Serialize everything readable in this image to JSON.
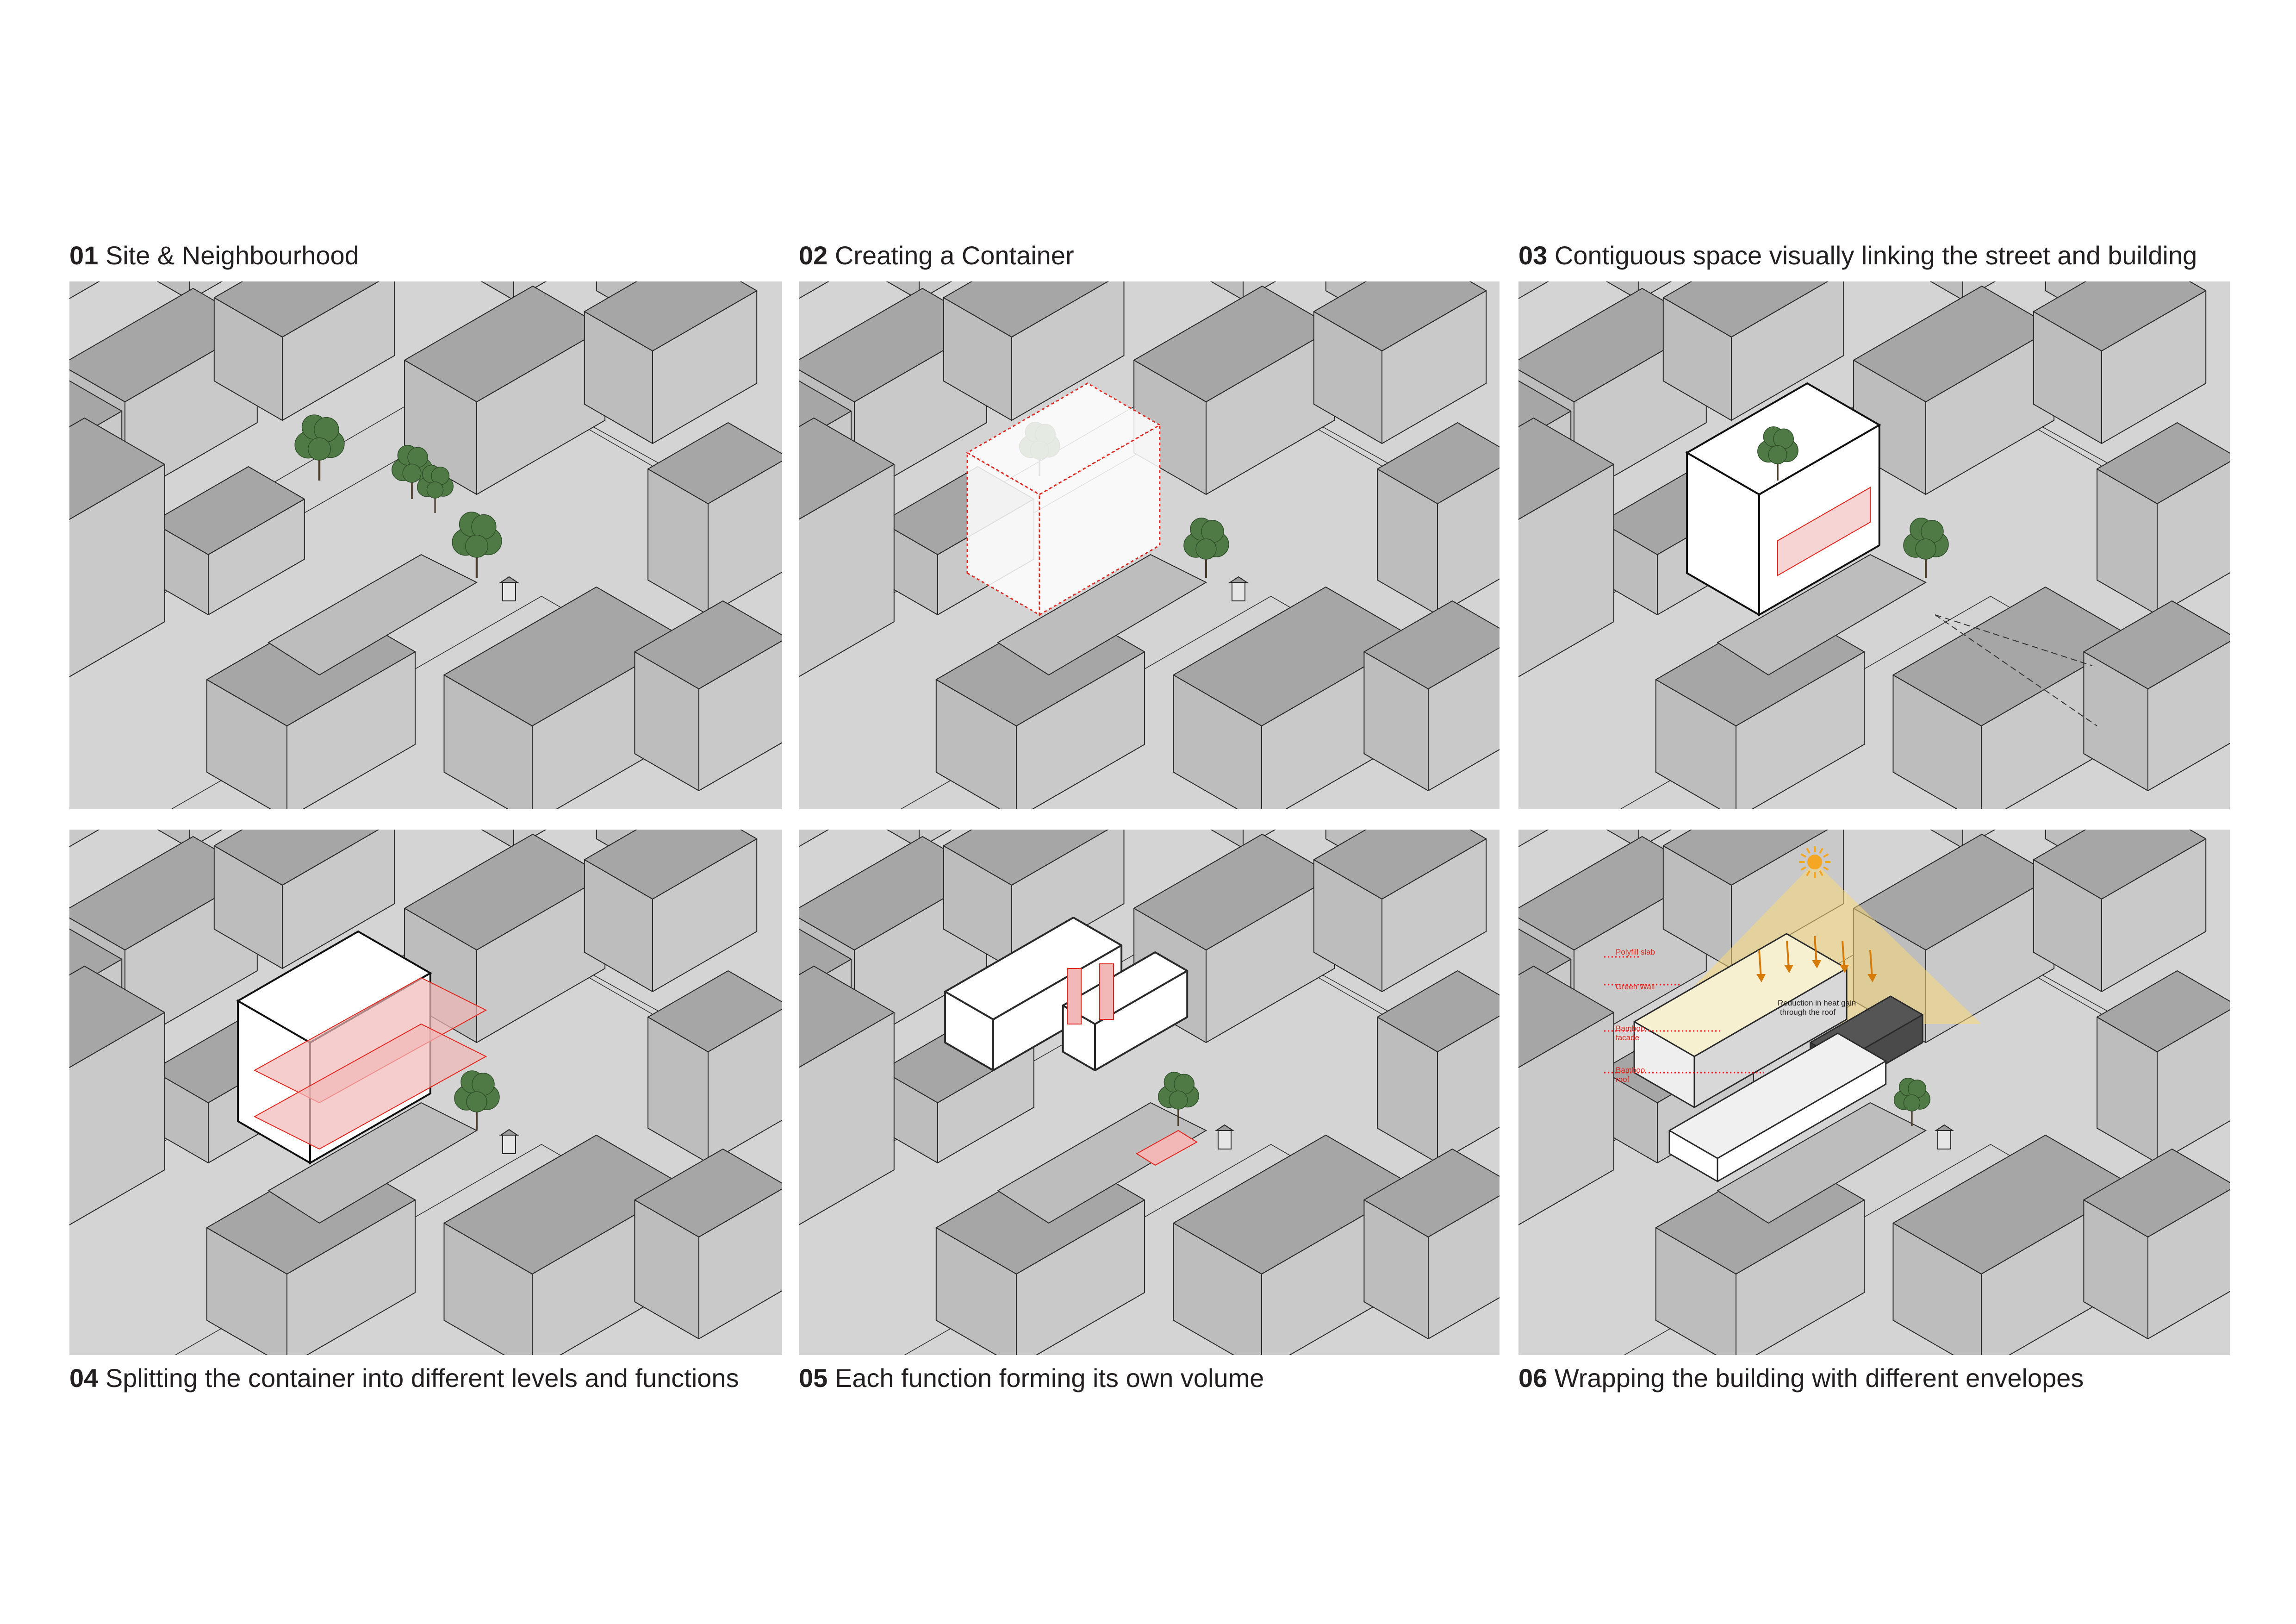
{
  "panels": [
    {
      "num": "01",
      "title": "Site & Neighbourhood"
    },
    {
      "num": "02",
      "title": "Creating a Container"
    },
    {
      "num": "03",
      "title": "Contiguous space visually linking the street and building"
    },
    {
      "num": "04",
      "title": "Splitting the container into different levels and functions"
    },
    {
      "num": "05",
      "title": "Each function forming its own volume"
    },
    {
      "num": "06",
      "title": "Wrapping the building with different envelopes"
    }
  ],
  "envelope_labels": {
    "polyfill_slab": "Polyfill slab",
    "green_wall": "Green Wall",
    "bamboo_facade_1": "Bamboo",
    "bamboo_facade_2": "facade",
    "bamboo_roof_1": "Bamboo",
    "bamboo_roof_2": "roof",
    "heat_note_1": "Reduction in heat gain",
    "heat_note_2": "through the roof"
  },
  "colors": {
    "ground": "#d4d4d4",
    "block_top": "#a6a6a6",
    "block_left": "#bdbdbd",
    "block_right": "#c9c9c9",
    "accent_red": "#e0261d",
    "tree": "#4f7a45",
    "sun": "#f5a623"
  }
}
